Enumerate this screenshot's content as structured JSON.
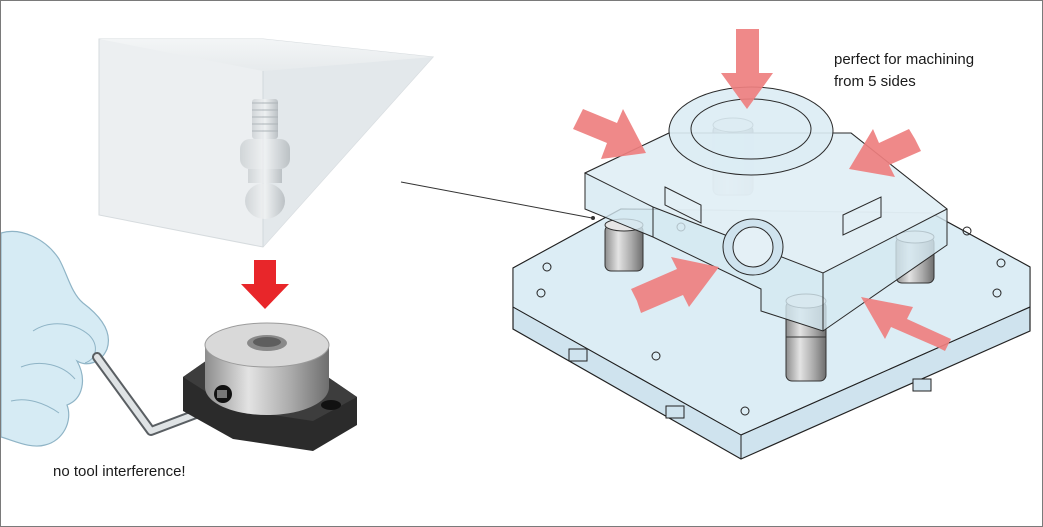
{
  "captions": {
    "tool_interference": "no tool interference!",
    "machining_line1": "perfect for machining",
    "machining_line2": "from 5 sides"
  },
  "colors": {
    "pressure_arrow_solid": "#e8262a",
    "pressure_arrow_light": "#ee7f7f",
    "transparent_block": "#cfe3ee",
    "glove": "#d6ebf4",
    "steel": "#b8b8b8",
    "base_dark": "#2b2b2b"
  },
  "icons": {
    "left_arrow": "down-arrow-icon",
    "right_arrows": "force-arrow-icon"
  }
}
